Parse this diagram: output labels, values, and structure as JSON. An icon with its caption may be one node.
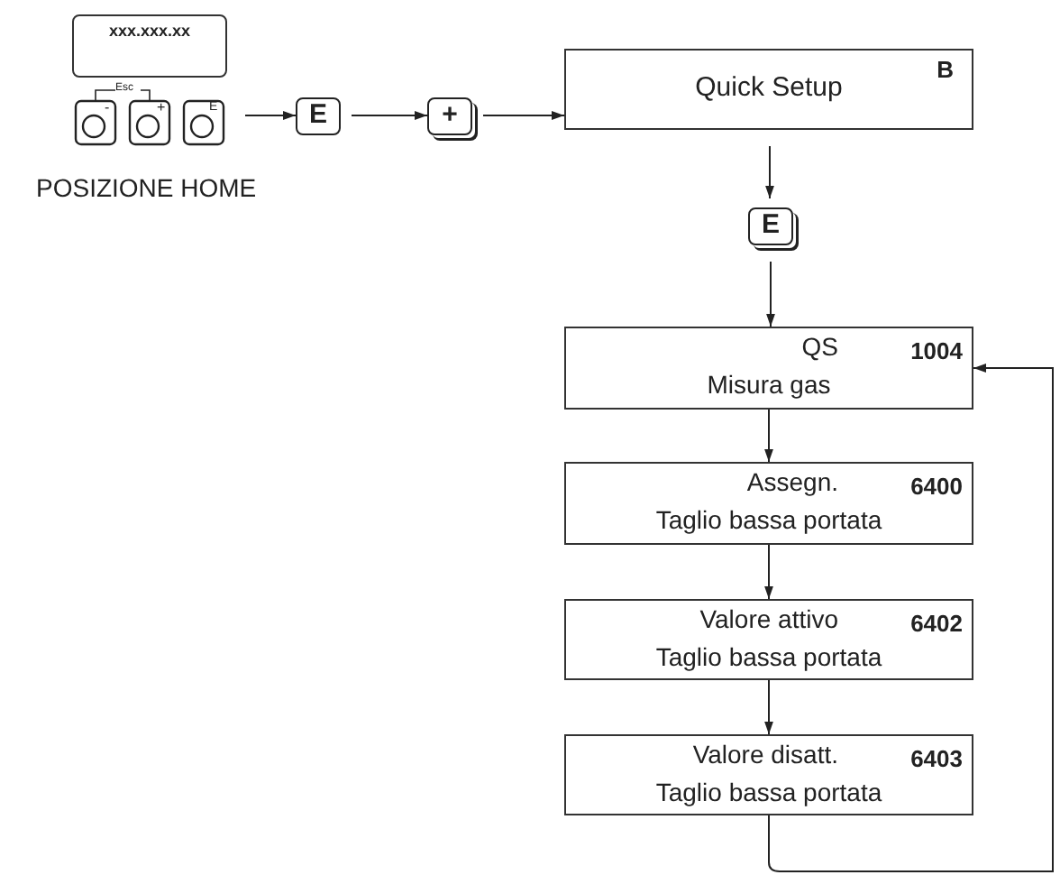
{
  "diagram": {
    "nodes": [
      {
        "text": [
          "xxx.xxx.xx"
        ],
        "beside": [
          "POSIZIONE HOME"
        ]
      },
      {
        "text": [
          "E"
        ]
      },
      {
        "text": [
          "+"
        ]
      },
      {
        "text": [
          "Quick Setup",
          "B"
        ]
      },
      {
        "text": [
          "E"
        ]
      },
      {
        "text": [
          "QS",
          "1004",
          "Misura gas"
        ]
      },
      {
        "text": [
          "Assegn.",
          "6400",
          "Taglio bassa portata"
        ]
      },
      {
        "text": [
          "Valore attivo",
          "6402",
          "Taglio bassa portata"
        ]
      },
      {
        "text": [
          "Valore disatt.",
          "6403",
          "Taglio bassa portata"
        ]
      }
    ],
    "edges": [
      {
        "from": 0,
        "to": 1,
        "arrow": "to"
      },
      {
        "from": 1,
        "to": 2,
        "arrow": "to"
      },
      {
        "from": 2,
        "to": 3,
        "arrow": "to"
      },
      {
        "from": 3,
        "to": 4,
        "arrow": "to"
      },
      {
        "from": 4,
        "to": 5,
        "arrow": "to"
      },
      {
        "from": 5,
        "to": 6,
        "arrow": "to"
      },
      {
        "from": 6,
        "to": 7,
        "arrow": "to"
      },
      {
        "from": 7,
        "to": 8,
        "arrow": "to"
      },
      {
        "from": 8,
        "to": 5,
        "arrow": "to"
      }
    ],
    "labels": [
      "Esc",
      "-",
      "+",
      "E"
    ]
  }
}
